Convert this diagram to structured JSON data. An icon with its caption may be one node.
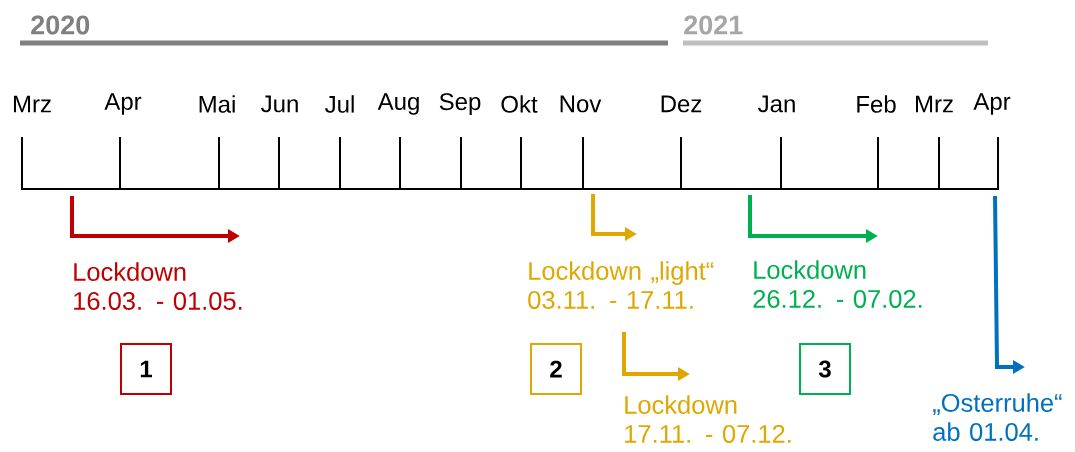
{
  "diagram": {
    "nodes": [
      {
        "text": [
          "1"
        ]
      },
      {
        "text": [
          "2"
        ]
      },
      {
        "text": [
          "3"
        ]
      }
    ],
    "labels": [
      "2020",
      "2021",
      "Mrz",
      "Apr",
      "Mai",
      "Jun",
      "Jul",
      "Aug",
      "Sep",
      "Okt",
      "Nov",
      "Dez",
      "Jan",
      "Feb",
      "Mrz",
      "Apr",
      "Lockdown 16.03. - 01.05.",
      "Lockdown „light“ 03.11. - 17.11.",
      "Lockdown 26.12. - 07.02.",
      "Lockdown 17.11. - 07.12.",
      "„Osterruhe“ ab 01.04."
    ]
  }
}
